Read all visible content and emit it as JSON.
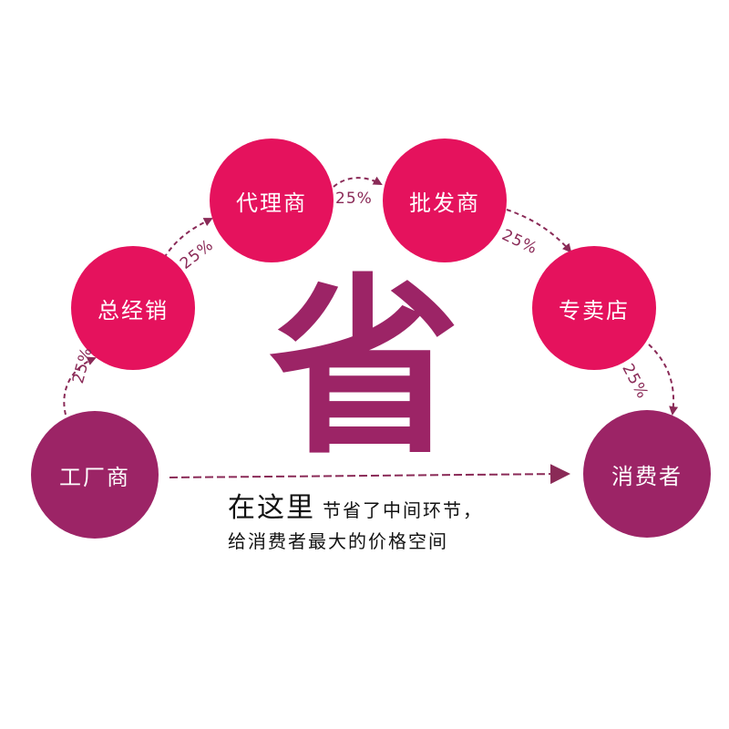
{
  "nodes": {
    "factory": "工厂商",
    "general_distributor": "总经销",
    "agent": "代理商",
    "wholesaler": "批发商",
    "specialty_store": "专卖店",
    "consumer": "消费者"
  },
  "percentages": {
    "factory_to_general": "25%",
    "general_to_agent": "25%",
    "agent_to_wholesaler": "25%",
    "wholesaler_to_store": "25%",
    "store_to_consumer": "25%"
  },
  "center_char": "省",
  "caption": {
    "emphasis": "在这里",
    "line1": "节省了中间环节，",
    "line2": "给消费者最大的价格空间"
  },
  "colors": {
    "dark_node": "#9c2466",
    "bright_node": "#e5125d",
    "arrow": "#8a2a57"
  }
}
